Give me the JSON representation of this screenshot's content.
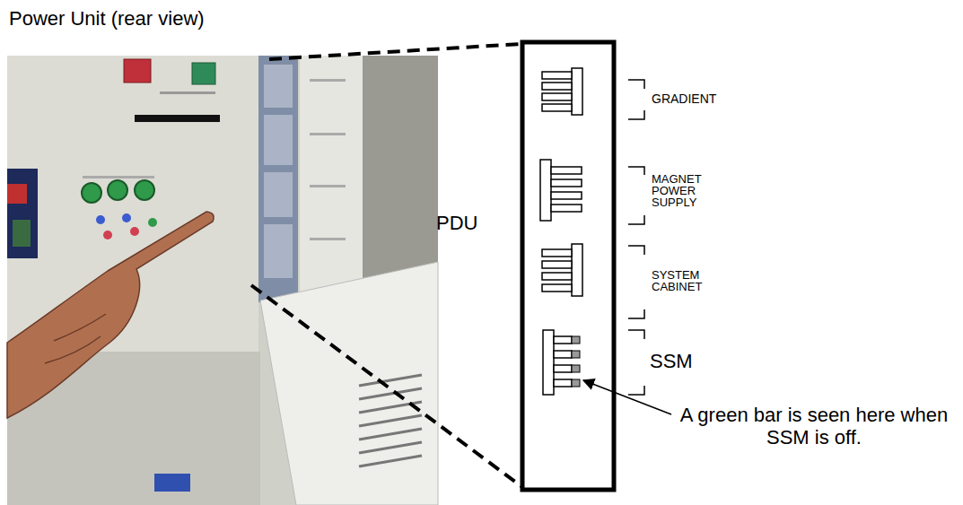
{
  "diagram": {
    "title": "Power Unit (rear view)",
    "labels": [
      "PDU",
      "GRADIENT",
      "MAGNET POWER SUPPLY",
      "SYSTEM CABINET",
      "SSM",
      "A green bar is seen here when SSM is off."
    ]
  }
}
